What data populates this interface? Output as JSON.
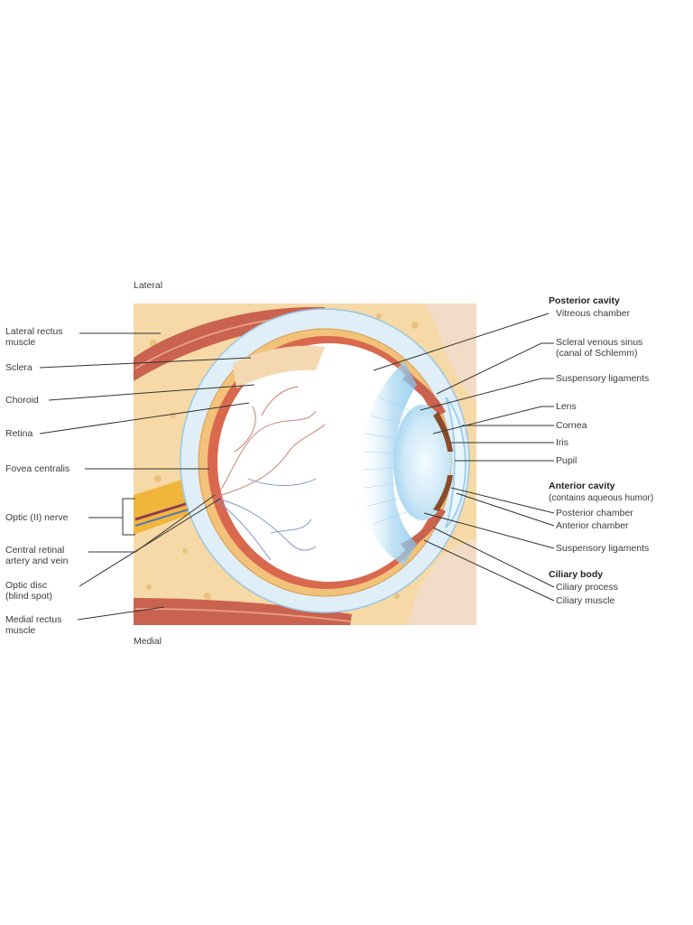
{
  "colors": {
    "tissue": "#f6d9a6",
    "fat_dots": "#e9c27e",
    "muscle": "#c9624e",
    "muscle_stripe": "#e99a80",
    "sclera": "#dfeef7",
    "retina": "#d9694e",
    "vitreous": "#ffffff",
    "lens": "#bfe2f6",
    "iris": "#8a4b2a",
    "skin": "#f3dcc7",
    "nerve": "#f0b53a",
    "leader": "#333333"
  },
  "orientation": {
    "top": "Lateral",
    "bottom": "Medial"
  },
  "labels_left": [
    {
      "id": "lateral-rectus-muscle",
      "lines": [
        "Lateral rectus",
        "muscle"
      ]
    },
    {
      "id": "sclera",
      "lines": [
        "Sclera"
      ]
    },
    {
      "id": "choroid",
      "lines": [
        "Choroid"
      ]
    },
    {
      "id": "retina",
      "lines": [
        "Retina"
      ]
    },
    {
      "id": "fovea-centralis",
      "lines": [
        "Fovea centralis"
      ]
    },
    {
      "id": "optic-nerve",
      "lines": [
        "Optic (II) nerve"
      ]
    },
    {
      "id": "central-retinal-artery-and-vein",
      "lines": [
        "Central retinal",
        "artery and vein"
      ]
    },
    {
      "id": "optic-disc",
      "lines": [
        "Optic disc",
        "(blind spot)"
      ]
    },
    {
      "id": "medial-rectus-muscle",
      "lines": [
        "Medial rectus",
        "muscle"
      ]
    }
  ],
  "labels_right": [
    {
      "id": "posterior-cavity",
      "lines": [
        "Posterior cavity"
      ],
      "bold": true
    },
    {
      "id": "vitreous-chamber",
      "lines": [
        "Vitreous chamber"
      ]
    },
    {
      "id": "scleral-venous-sinus",
      "lines": [
        "Scleral venous sinus",
        "(canal of Schlemm)"
      ]
    },
    {
      "id": "suspensory-ligaments-top",
      "lines": [
        "Suspensory ligaments"
      ]
    },
    {
      "id": "lens",
      "lines": [
        "Lens"
      ]
    },
    {
      "id": "cornea",
      "lines": [
        "Cornea"
      ]
    },
    {
      "id": "iris",
      "lines": [
        "Iris"
      ]
    },
    {
      "id": "pupil",
      "lines": [
        "Pupil"
      ]
    },
    {
      "id": "anterior-cavity",
      "lines": [
        "Anterior cavity"
      ],
      "bold": true
    },
    {
      "id": "aqueous-humor",
      "lines": [
        "(contains aqueous humor)"
      ]
    },
    {
      "id": "posterior-chamber",
      "lines": [
        "Posterior chamber"
      ]
    },
    {
      "id": "anterior-chamber",
      "lines": [
        "Anterior chamber"
      ]
    },
    {
      "id": "suspensory-ligaments-bottom",
      "lines": [
        "Suspensory ligaments"
      ]
    },
    {
      "id": "ciliary-body",
      "lines": [
        "Ciliary body"
      ],
      "bold": true
    },
    {
      "id": "ciliary-process",
      "lines": [
        "Ciliary process"
      ]
    },
    {
      "id": "ciliary-muscle",
      "lines": [
        "Ciliary muscle"
      ]
    }
  ]
}
